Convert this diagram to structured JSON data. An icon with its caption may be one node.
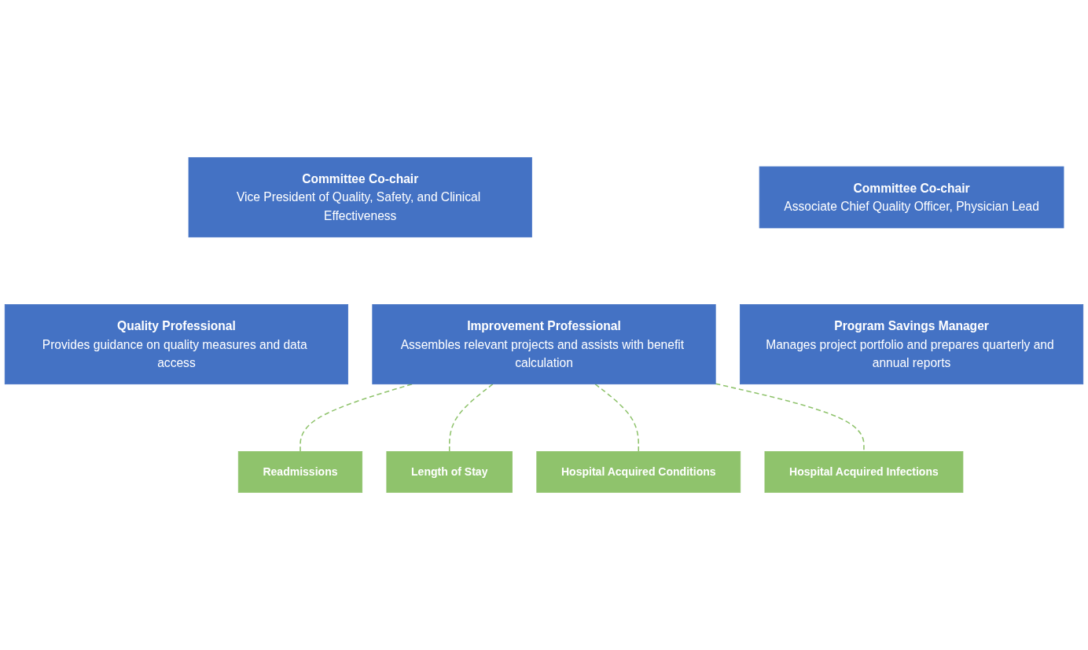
{
  "diagram": {
    "nodes": [
      {
        "text": [
          "Committee Co-chair",
          "Vice President of Quality, Safety, and Clinical Effectiveness"
        ]
      },
      {
        "text": [
          "Committee Co-chair",
          "Associate Chief Quality Officer, Physician Lead"
        ]
      },
      {
        "text": [
          "Quality Professional",
          "Provides guidance on quality measures and data access"
        ]
      },
      {
        "text": [
          "Improvement Professional",
          "Assembles relevant projects and assists with benefit calculation"
        ]
      },
      {
        "text": [
          "Program Savings Manager",
          "Manages project portfolio and prepares quarterly and annual reports"
        ]
      },
      {
        "text": [
          "Readmissions"
        ]
      },
      {
        "text": [
          "Length of Stay"
        ]
      },
      {
        "text": [
          "Hospital Acquired Conditions"
        ]
      },
      {
        "text": [
          "Hospital Acquired Infections"
        ]
      }
    ],
    "edges": [
      {
        "from": 3,
        "to": 5,
        "arrow": "none",
        "style": "dashed"
      },
      {
        "from": 3,
        "to": 6,
        "arrow": "none",
        "style": "dashed"
      },
      {
        "from": 3,
        "to": 7,
        "arrow": "none",
        "style": "dashed"
      },
      {
        "from": 3,
        "to": 8,
        "arrow": "none",
        "style": "dashed"
      }
    ]
  }
}
